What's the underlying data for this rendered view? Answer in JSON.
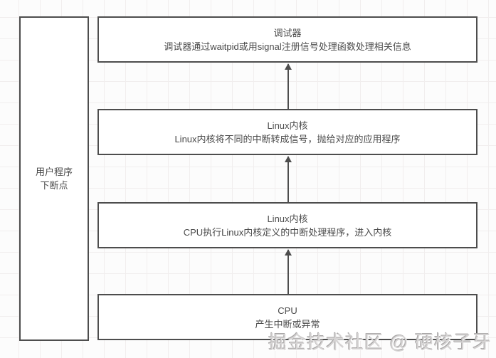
{
  "diagram": {
    "side_box": {
      "line1": "用户程序",
      "line2": "下断点"
    },
    "flow_boxes": [
      {
        "title": "调试器",
        "subtitle": "调试器通过waitpid或用signal注册信号处理函数处理相关信息"
      },
      {
        "title": "Linux内核",
        "subtitle": "Linux内核将不同的中断转成信号，抛给对应的应用程序"
      },
      {
        "title": "Linux内核",
        "subtitle": "CPU执行Linux内核定义的中断处理程序，进入内核"
      },
      {
        "title": "CPU",
        "subtitle": "产生中断或异常"
      }
    ],
    "flow_direction": "bottom-to-top",
    "colors": {
      "box_border": "#4d4d4d",
      "box_fill": "#ffffff",
      "text": "#4a4a4a",
      "grid_line": "#f1eeee",
      "background": "#fcfcfc",
      "watermark": "#d6d4d4"
    }
  },
  "watermark": {
    "text": "掘金技术社区 @ 硬核子牙"
  }
}
